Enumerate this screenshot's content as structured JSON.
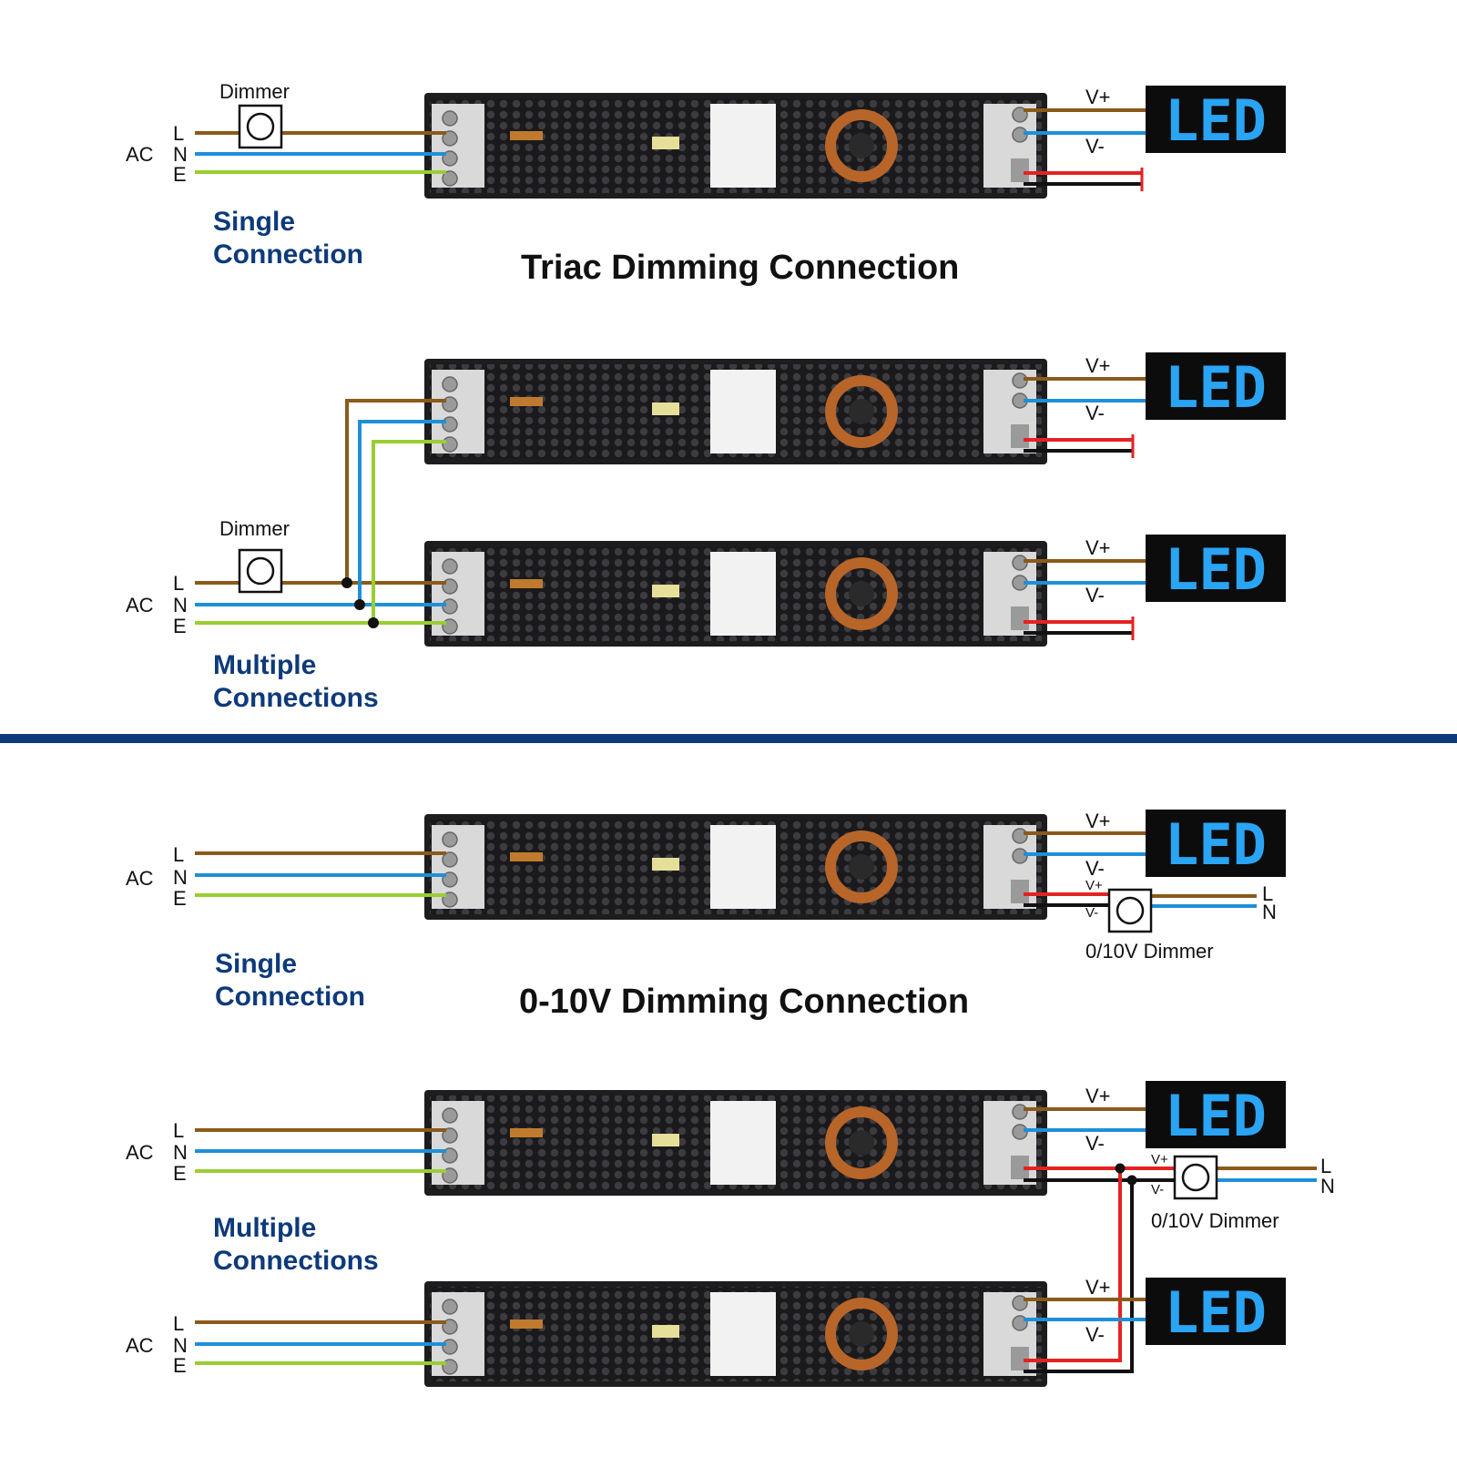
{
  "colors": {
    "brown": "#8B5A1A",
    "blue": "#1E90D8",
    "green": "#9ACD32",
    "red": "#E52222",
    "black": "#111111",
    "navy": "#0d3a7a",
    "led_text": "#2aa4f4",
    "led_bg": "#0c0c0c",
    "psu_body": "#1d1d1f"
  },
  "icons": [
    "dimmer-knob-icon",
    "led-display-icon",
    "junction-dot-icon"
  ],
  "triac": {
    "title": "Triac Dimming Connection",
    "single": {
      "label_line1": "Single",
      "label_line2": "Connection",
      "dimmer_label": "Dimmer",
      "ac_label": "AC",
      "l_label": "L",
      "n_label": "N",
      "e_label": "E",
      "vplus_label": "V+",
      "vminus_label": "V-",
      "led_text": "LED"
    },
    "multiple": {
      "label_line1": "Multiple",
      "label_line2": "Connections",
      "dimmer_label": "Dimmer",
      "ac_label": "AC",
      "l_label": "L",
      "n_label": "N",
      "e_label": "E",
      "top_vplus": "V+",
      "top_vminus": "V-",
      "top_led": "LED",
      "bottom_vplus": "V+",
      "bottom_vminus": "V-",
      "bottom_led": "LED"
    }
  },
  "zero_ten": {
    "title": "0-10V Dimming Connection",
    "single": {
      "label_line1": "Single",
      "label_line2": "Connection",
      "ac_label": "AC",
      "l_label": "L",
      "n_label": "N",
      "e_label": "E",
      "vplus_label": "V+",
      "vminus_label": "V-",
      "led_text": "LED",
      "dim_vplus": "V+",
      "dim_vminus": "V-",
      "dimmer_label": "0/10V Dimmer",
      "out_l": "L",
      "out_n": "N"
    },
    "multiple": {
      "label_line1": "Multiple",
      "label_line2": "Connections",
      "top_ac": "AC",
      "top_l": "L",
      "top_n": "N",
      "top_e": "E",
      "top_vplus": "V+",
      "top_vminus": "V-",
      "top_led": "LED",
      "dim_vplus": "V+",
      "dim_vminus": "V-",
      "dimmer_label": "0/10V Dimmer",
      "out_l": "L",
      "out_n": "N",
      "bottom_ac": "AC",
      "bottom_l": "L",
      "bottom_n": "N",
      "bottom_e": "E",
      "bottom_vplus": "V+",
      "bottom_vminus": "V-",
      "bottom_led": "LED"
    }
  }
}
